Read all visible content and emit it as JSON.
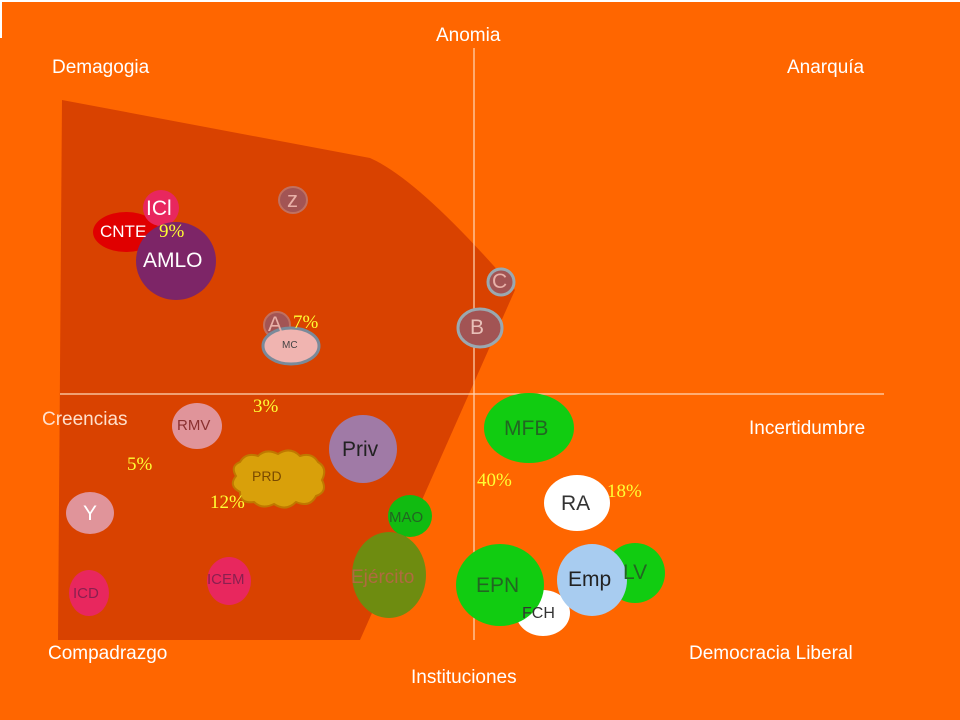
{
  "axes": {
    "top": "Anomia",
    "bottom": "Instituciones",
    "left": "Creencias",
    "right": "Incertidumbre"
  },
  "quadrants": {
    "top_left": "Demagogia",
    "top_right": "Anarquía",
    "bottom_left": "Compadrazgo",
    "bottom_right": "Democracia Liberal"
  },
  "colors": {
    "background": "#ff6600",
    "region": "#d94200",
    "green": "#11cc11",
    "yellow_text": "#ffff33"
  },
  "actors": [
    {
      "id": "icl",
      "label": "ICl",
      "fill": "#e8275e",
      "text": "#ffffff"
    },
    {
      "id": "cnt",
      "label": "CNTE",
      "fill": "#e00000",
      "text": "#ffffff"
    },
    {
      "id": "amlo",
      "label": "AMLO",
      "fill": "#7d2567",
      "text": "#ffffff"
    },
    {
      "id": "z",
      "label": "z",
      "fill": "#a25454",
      "text": "#e8b0a8"
    },
    {
      "id": "c",
      "label": "C",
      "fill": "#a25454",
      "text": "#e8b0a8"
    },
    {
      "id": "b",
      "label": "B",
      "fill": "#a25454",
      "text": "#e8c0b8"
    },
    {
      "id": "a",
      "label": "A",
      "fill": "#a25454",
      "text": "#e8b0a8"
    },
    {
      "id": "mc",
      "label": "MC",
      "fill": "#f0b4b0",
      "text": "#444444"
    },
    {
      "id": "rmv",
      "label": "RMV",
      "fill": "#e0949a",
      "text": "#8a3030"
    },
    {
      "id": "priv",
      "label": "Priv",
      "fill": "#a07aa6",
      "text": "#222222"
    },
    {
      "id": "prd",
      "label": "PRD",
      "fill": "#d9a00a",
      "text": "#7a4a00"
    },
    {
      "id": "y",
      "label": "Y",
      "fill": "#e0949a",
      "text": "#ffffff"
    },
    {
      "id": "mao",
      "label": "MAO",
      "fill": "#11bb11",
      "text": "#226622"
    },
    {
      "id": "ejercito",
      "label": "Ejército",
      "fill": "#6e8c10",
      "text": "#b06a40"
    },
    {
      "id": "icem",
      "label": "ICEM",
      "fill": "#e8275e",
      "text": "#8a2050"
    },
    {
      "id": "icd",
      "label": "ICD",
      "fill": "#e8275e",
      "text": "#8a2050"
    },
    {
      "id": "mfb",
      "label": "MFB",
      "fill": "#11cc11",
      "text": "#226622"
    },
    {
      "id": "ra",
      "label": "RA",
      "fill": "#ffffff",
      "text": "#333333"
    },
    {
      "id": "lv",
      "label": "LV",
      "fill": "#11cc11",
      "text": "#226622"
    },
    {
      "id": "epn",
      "label": "EPN",
      "fill": "#11cc11",
      "text": "#226622"
    },
    {
      "id": "emp",
      "label": "Emp",
      "fill": "#a8ccf0",
      "text": "#222222"
    },
    {
      "id": "fch",
      "label": "FCH",
      "fill": "#ffffff",
      "text": "#333333"
    }
  ],
  "percentages": [
    {
      "id": "p9",
      "label": "9%"
    },
    {
      "id": "p7",
      "label": "7%"
    },
    {
      "id": "p3",
      "label": "3%"
    },
    {
      "id": "p5",
      "label": "5%"
    },
    {
      "id": "p12",
      "label": "12%"
    },
    {
      "id": "p40",
      "label": "40%"
    },
    {
      "id": "p18",
      "label": "18%"
    }
  ]
}
